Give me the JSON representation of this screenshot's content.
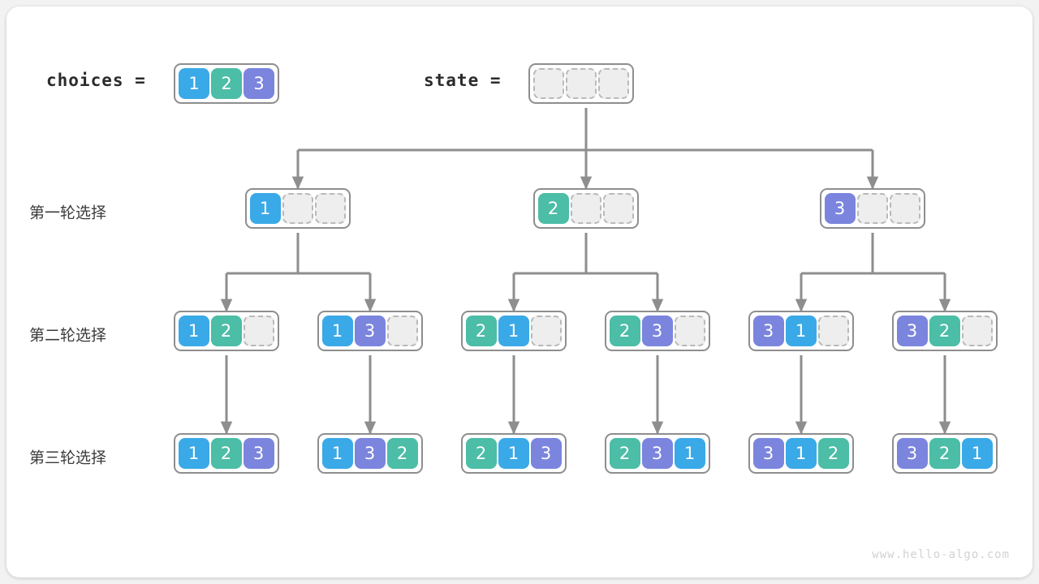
{
  "watermark": "www.hello-algo.com",
  "colors": {
    "value1": "#3aa9e8",
    "value2": "#4cbda6",
    "value3": "#7b85de",
    "edge": "#8e8e8e",
    "empty_cell": "#eeeeee",
    "card": "#ffffff",
    "background": "#f2f2f2"
  },
  "header": {
    "choices_label": "choices =",
    "choices_values": [
      "1",
      "2",
      "3"
    ],
    "state_label": "state =",
    "state_values": [
      "",
      "",
      ""
    ]
  },
  "rows": [
    {
      "label": "第一轮选择",
      "nodes": [
        {
          "cells": [
            "1",
            "",
            ""
          ]
        },
        {
          "cells": [
            "2",
            "",
            ""
          ]
        },
        {
          "cells": [
            "3",
            "",
            ""
          ]
        }
      ]
    },
    {
      "label": "第二轮选择",
      "nodes": [
        {
          "cells": [
            "1",
            "2",
            ""
          ]
        },
        {
          "cells": [
            "1",
            "3",
            ""
          ]
        },
        {
          "cells": [
            "2",
            "1",
            ""
          ]
        },
        {
          "cells": [
            "2",
            "3",
            ""
          ]
        },
        {
          "cells": [
            "3",
            "1",
            ""
          ]
        },
        {
          "cells": [
            "3",
            "2",
            ""
          ]
        }
      ]
    },
    {
      "label": "第三轮选择",
      "nodes": [
        {
          "cells": [
            "1",
            "2",
            "3"
          ]
        },
        {
          "cells": [
            "1",
            "3",
            "2"
          ]
        },
        {
          "cells": [
            "2",
            "1",
            "3"
          ]
        },
        {
          "cells": [
            "2",
            "3",
            "1"
          ]
        },
        {
          "cells": [
            "3",
            "1",
            "2"
          ]
        },
        {
          "cells": [
            "3",
            "2",
            "1"
          ]
        }
      ]
    }
  ]
}
